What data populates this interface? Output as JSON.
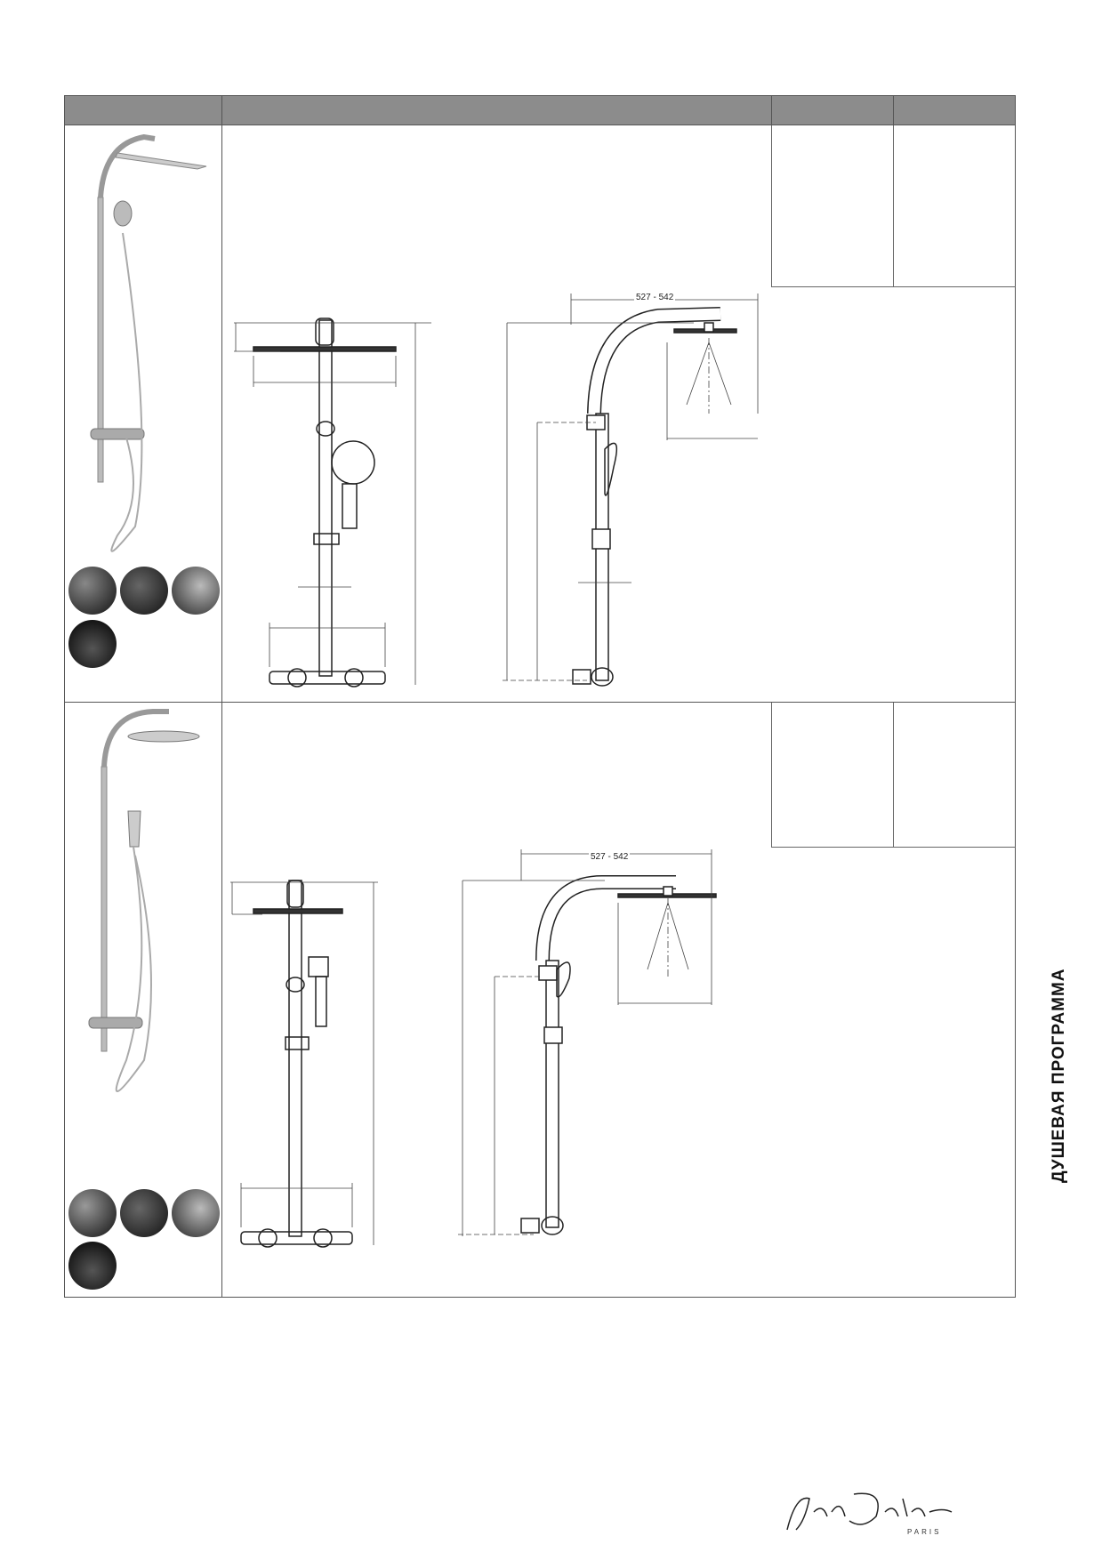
{
  "section_title": "ДУШЕВАЯ ПРОГРАММА",
  "products": [
    {
      "dimension_label": "527 - 542",
      "feature_icons": [
        "water-saving-icon",
        "thermostat-icon",
        "swivel-icon",
        "rain-shower-icon"
      ]
    },
    {
      "dimension_label": "527 - 542",
      "feature_icons": [
        "water-saving-icon",
        "thermostat-icon",
        "swivel-icon",
        "rain-shower-icon"
      ]
    }
  ],
  "brand": {
    "signature": "Jacob Delafon",
    "city": "PARIS"
  }
}
